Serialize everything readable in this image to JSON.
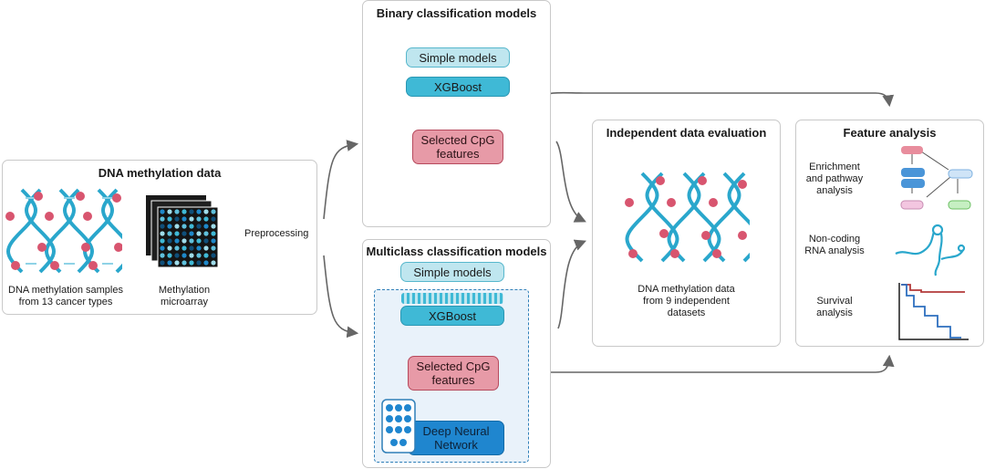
{
  "dna_panel": {
    "title": "DNA methylation data",
    "samples_label_1": "DNA methylation samples",
    "samples_label_2": "from 13 cancer types",
    "microarray_label_1": "Methylation",
    "microarray_label_2": "microarray",
    "preprocessing": "Preprocessing"
  },
  "binary_panel": {
    "title": "Binary classification models",
    "simple": "Simple models",
    "xgboost": "XGBoost",
    "cpg_1": "Selected CpG",
    "cpg_2": "features"
  },
  "multi_panel": {
    "title": "Multiclass classification models",
    "simple": "Simple models",
    "xgboost": "XGBoost",
    "cpg_1": "Selected CpG",
    "cpg_2": "features",
    "dnn_1": "Deep Neural",
    "dnn_2": "Network"
  },
  "eval_panel": {
    "title": "Independent data evaluation",
    "label_1": "DNA methylation data",
    "label_2": "from 9 independent",
    "label_3": "datasets"
  },
  "feature_panel": {
    "title": "Feature analysis",
    "enrich_1": "Enrichment",
    "enrich_2": "and pathway",
    "enrich_3": "analysis",
    "ncrna_1": "Non-coding",
    "ncrna_2": "RNA analysis",
    "surv_1": "Survival",
    "surv_2": "analysis"
  },
  "colors": {
    "strand": "#2aa7cc",
    "methyl_badge": "#d8556f",
    "cpg_fill": "#e79aa7",
    "dnn_fill": "#1f86cf",
    "arrow": "#666666"
  },
  "icons": [
    "dna-helix-icon",
    "microarray-icon",
    "neural-network-icon",
    "pathway-network-icon",
    "rna-hairpin-icon",
    "survival-curve-icon"
  ]
}
